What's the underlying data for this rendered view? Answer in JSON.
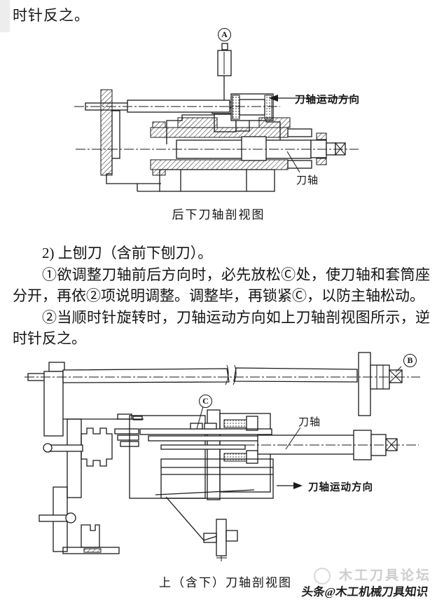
{
  "page": {
    "top_line": "时针反之。",
    "para_1": "2) 上刨刀（含前下刨刀）。",
    "para_2": "①欲调整刀轴前后方向时，必先放松Ⓒ处，使刀轴和套筒座分开，再依②项说明调整。调整毕，再锁紧Ⓒ，以防主轴松动。",
    "para_3": "②当顺时针旋转时，刀轴运动方向如上刀轴剖视图所示，逆时针反之。"
  },
  "diagram_rear_lower": {
    "caption": "后下刀轴剖视图",
    "motion_label": "刀轴运动方向",
    "shaft_label": "刀轴",
    "callout_a": "A"
  },
  "diagram_upper": {
    "caption": "上（含下）刀轴剖视图",
    "motion_label": "刀轴运动方向",
    "shaft_label": "刀轴",
    "callout_b": "B",
    "callout_c": "C"
  },
  "watermark": {
    "forum_text": "木工刀具论坛",
    "byline_text": "头条@木工机械刀具知识"
  },
  "colors": {
    "ink": "#1a1a1a",
    "paper": "#ffffff",
    "watermark_faint": "#cdcdcd"
  }
}
